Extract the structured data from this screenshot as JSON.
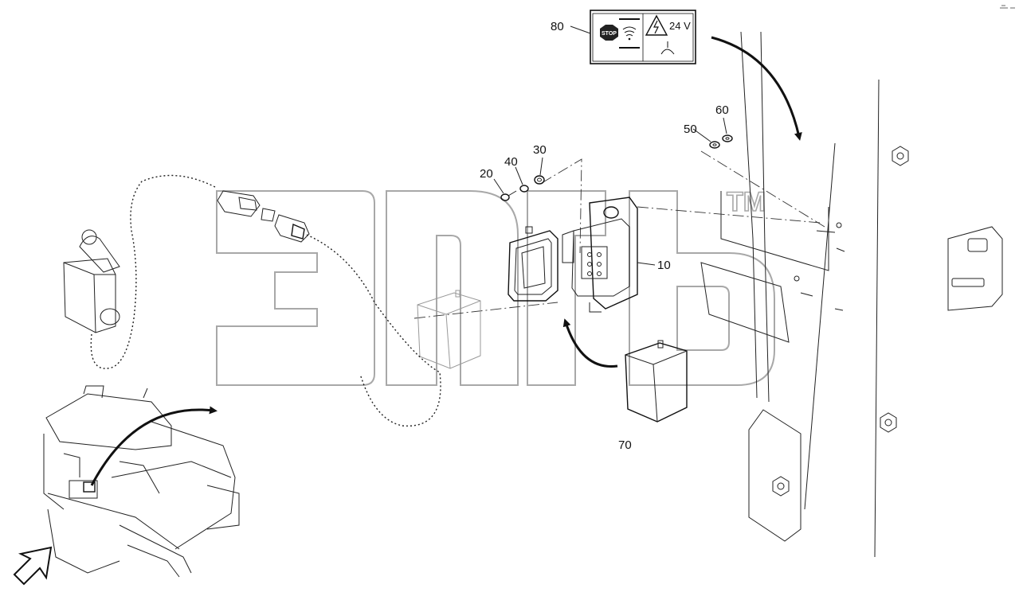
{
  "callouts": {
    "c10": "10",
    "c20": "20",
    "c30": "30",
    "c40": "40",
    "c50": "50",
    "c60": "60",
    "c70": "70",
    "c80": "80"
  },
  "warning_label": {
    "stop_text": "STOP",
    "voltage_text": "24 V"
  },
  "watermark": {
    "trademark": "TM"
  },
  "icons": [
    "stop-sign-icon",
    "high-voltage-warning-icon",
    "audible-signal-icon"
  ]
}
